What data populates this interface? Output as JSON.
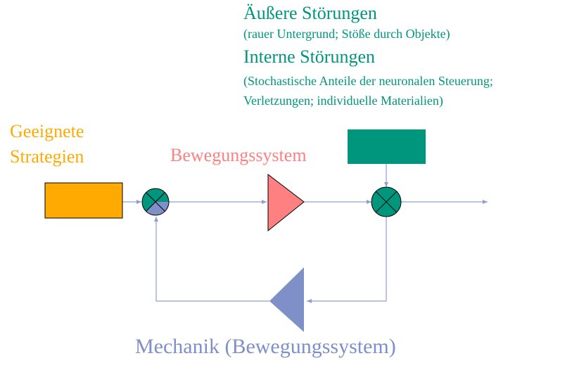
{
  "colors": {
    "teal": "#00967E",
    "orange": "#FFAA00",
    "salmon": "#FF8080",
    "slate": "#7F8FC7",
    "line": "#8FA0D0",
    "black": "#000000"
  },
  "labels": {
    "external_title": "Äußere Störungen",
    "external_detail": "(rauer Untergrund; Stöße durch Objekte)",
    "internal_title": "Interne Störungen",
    "internal_detail_1": "(Stochastische Anteile der neuronalen Steuerung;",
    "internal_detail_2": "Verletzungen; individuelle Materialien)",
    "strategy_1": "Geeignete",
    "strategy_2": "Strategien",
    "movement_system": "Bewegungssystem",
    "mechanics": "Mechanik (Bewegungssystem)"
  },
  "icons": {
    "summing_junction_left": "summing-junction",
    "summing_junction_right": "summing-junction",
    "amplifier": "forward-triangle",
    "feedback": "backward-triangle"
  }
}
